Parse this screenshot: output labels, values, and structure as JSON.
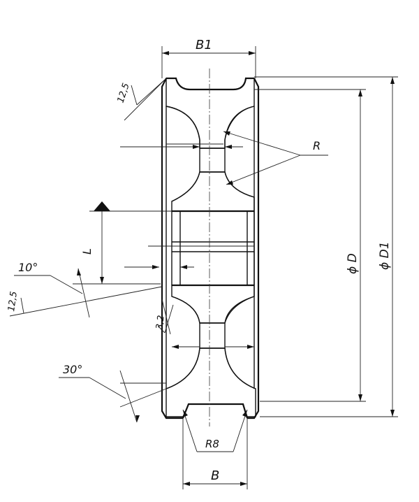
{
  "labels": {
    "b1": "B1",
    "b": "B",
    "phi_d": "ϕ D",
    "phi_d1": "ϕ D1",
    "r": "R",
    "r8": "R8",
    "l": "L",
    "angle_10": "10°",
    "angle_30": "30°",
    "rough_12_5_top": "12,5",
    "rough_12_5_left": "12,5",
    "rough_3_2": "3,2"
  },
  "colors": {
    "ink": "#111111",
    "paper": "#ffffff"
  }
}
